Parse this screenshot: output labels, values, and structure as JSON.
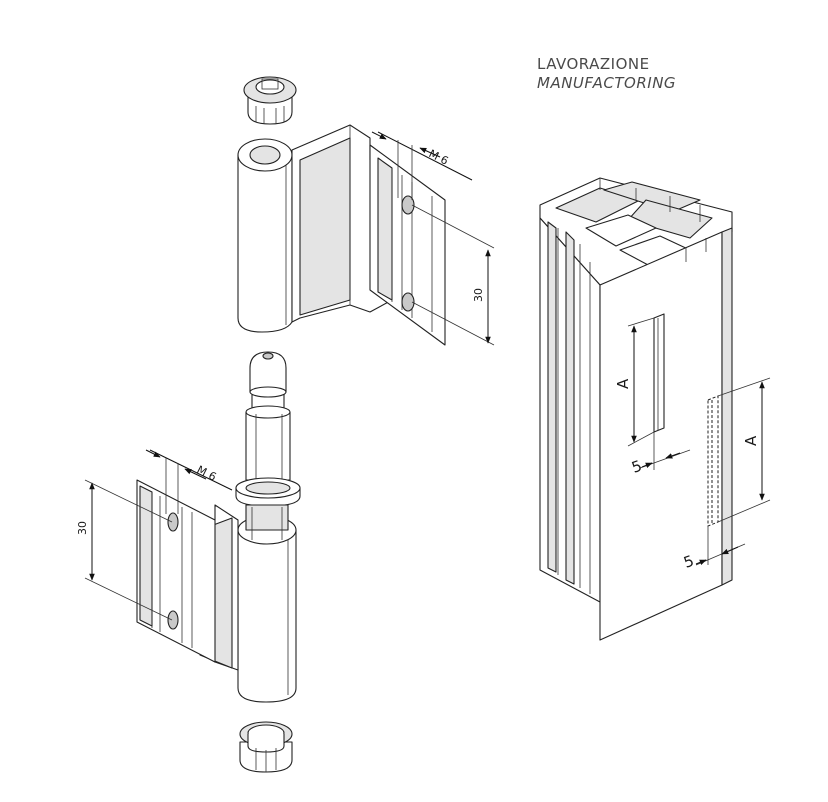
{
  "title": {
    "line1": "LAVORAZIONE",
    "line2": "MANUFACTORING"
  },
  "dimensions": {
    "upper_thread": "M 6",
    "upper_spacing": "30",
    "lower_thread": "M 6",
    "lower_spacing": "30",
    "slot_length_1": "A",
    "slot_length_2": "A",
    "slot_offset_1": "5",
    "slot_offset_2": "5"
  }
}
